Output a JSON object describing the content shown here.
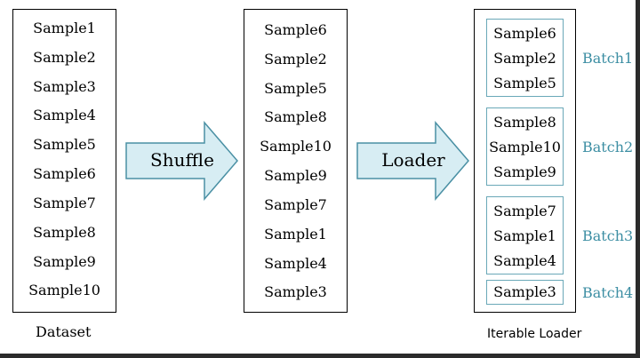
{
  "dataset": {
    "caption": "Dataset",
    "items": [
      "Sample1",
      "Sample2",
      "Sample3",
      "Sample4",
      "Sample5",
      "Sample6",
      "Sample7",
      "Sample8",
      "Sample9",
      "Sample10"
    ]
  },
  "arrows": {
    "shuffle_label": "Shuffle",
    "loader_label": "Loader",
    "fill_color": "#d7edf3",
    "stroke_color": "#4a90a4"
  },
  "shuffled": {
    "items": [
      "Sample6",
      "Sample2",
      "Sample5",
      "Sample8",
      "Sample10",
      "Sample9",
      "Sample7",
      "Sample1",
      "Sample4",
      "Sample3"
    ]
  },
  "iterable": {
    "caption": "Iterable Loader",
    "batches": [
      {
        "label": "Batch1",
        "items": [
          "Sample6",
          "Sample2",
          "Sample5"
        ]
      },
      {
        "label": "Batch2",
        "items": [
          "Sample8",
          "Sample10",
          "Sample9"
        ]
      },
      {
        "label": "Batch3",
        "items": [
          "Sample7",
          "Sample1",
          "Sample4"
        ]
      },
      {
        "label": "Batch4",
        "items": [
          "Sample3"
        ]
      }
    ]
  }
}
